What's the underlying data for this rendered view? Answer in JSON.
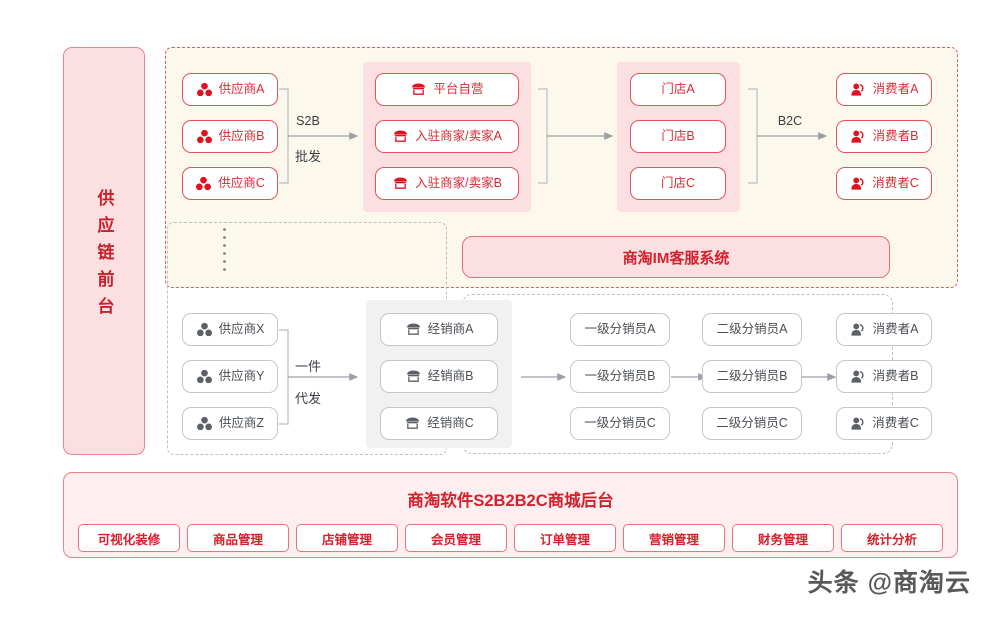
{
  "sidebar": {
    "label": "供应链前台"
  },
  "top_flow": {
    "suppliers": [
      {
        "label": "供应商A",
        "icon": "cluster-icon"
      },
      {
        "label": "供应商B",
        "icon": "cluster-icon"
      },
      {
        "label": "供应商C",
        "icon": "cluster-icon"
      }
    ],
    "arrow1": {
      "line1": "S2B",
      "line2": "批发"
    },
    "merchants": [
      {
        "label": "平台自营",
        "icon": "shop-icon"
      },
      {
        "label": "入驻商家/卖家A",
        "icon": "shop-icon"
      },
      {
        "label": "入驻商家/卖家B",
        "icon": "shop-icon"
      }
    ],
    "stores": [
      {
        "label": "门店A"
      },
      {
        "label": "门店B"
      },
      {
        "label": "门店C"
      }
    ],
    "arrow2": {
      "line1": "B2C",
      "line2": ""
    },
    "consumers": [
      {
        "label": "消费者A",
        "icon": "user-icon"
      },
      {
        "label": "消费者B",
        "icon": "user-icon"
      },
      {
        "label": "消费者C",
        "icon": "user-icon"
      }
    ]
  },
  "im_system": {
    "label": "商淘IM客服系统"
  },
  "bottom_flow": {
    "suppliers": [
      {
        "label": "供应商X",
        "icon": "cluster-icon"
      },
      {
        "label": "供应商Y",
        "icon": "cluster-icon"
      },
      {
        "label": "供应商Z",
        "icon": "cluster-icon"
      }
    ],
    "arrow1": {
      "line1": "一件",
      "line2": "代发"
    },
    "dealers": [
      {
        "label": "经销商A",
        "icon": "shop-icon"
      },
      {
        "label": "经销商B",
        "icon": "shop-icon"
      },
      {
        "label": "经销商C",
        "icon": "shop-icon"
      }
    ],
    "level1": [
      {
        "label": "一级分销员A"
      },
      {
        "label": "一级分销员B"
      },
      {
        "label": "一级分销员C"
      }
    ],
    "level2": [
      {
        "label": "二级分销员A"
      },
      {
        "label": "二级分销员B"
      },
      {
        "label": "二级分销员C"
      }
    ],
    "consumers": [
      {
        "label": "消费者A",
        "icon": "user-icon"
      },
      {
        "label": "消费者B",
        "icon": "user-icon"
      },
      {
        "label": "消费者C",
        "icon": "user-icon"
      }
    ]
  },
  "backend": {
    "title": "商淘软件S2B2B2C商城后台",
    "items": [
      {
        "label": "可视化装修"
      },
      {
        "label": "商品管理"
      },
      {
        "label": "店铺管理"
      },
      {
        "label": "会员管理"
      },
      {
        "label": "订单管理"
      },
      {
        "label": "营销管理"
      },
      {
        "label": "财务管理"
      },
      {
        "label": "统计分析"
      }
    ]
  },
  "watermark": {
    "text": "头条 @商淘云"
  },
  "colors": {
    "brand_red": "#d5212c",
    "node_red_border": "#e8505a",
    "pink_panel": "#fbdfe1",
    "cream": "#fdf8ec",
    "gray_border": "#c3c7cb",
    "gray_panel": "#f1f1f1",
    "gray_text": "#4a4f55"
  }
}
